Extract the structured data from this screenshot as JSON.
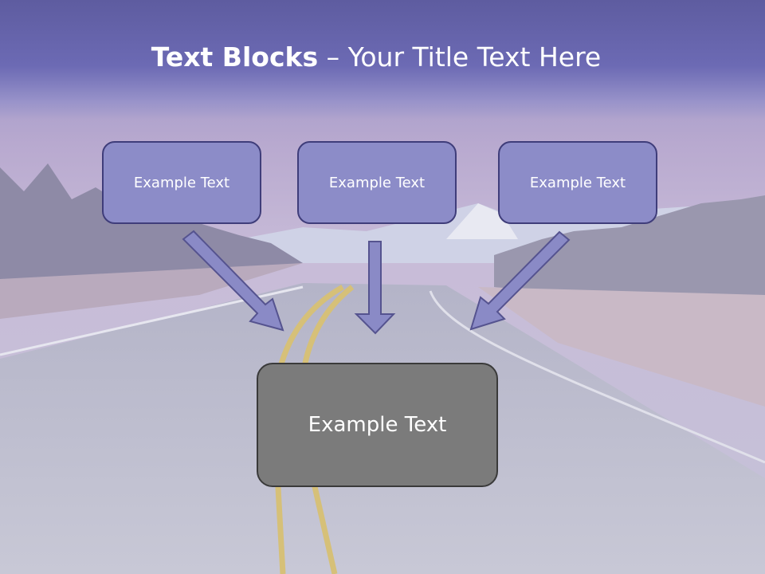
{
  "title": {
    "bold": "Text Blocks",
    "dash": " – ",
    "rest": "Your Title Text Here"
  },
  "blocks": [
    {
      "text": "Example Text"
    },
    {
      "text": "Example Text"
    },
    {
      "text": "Example Text"
    }
  ],
  "target_block": {
    "text": "Example Text"
  },
  "colors": {
    "title_band": "#6c6ab4",
    "block_fill": "#8c8cc8",
    "block_border": "#3f3d7a",
    "target_fill": "#7b7b7b",
    "arrow_fill": "#8a8ac6"
  },
  "icons": {
    "arrows": "down-arrow-icon"
  }
}
